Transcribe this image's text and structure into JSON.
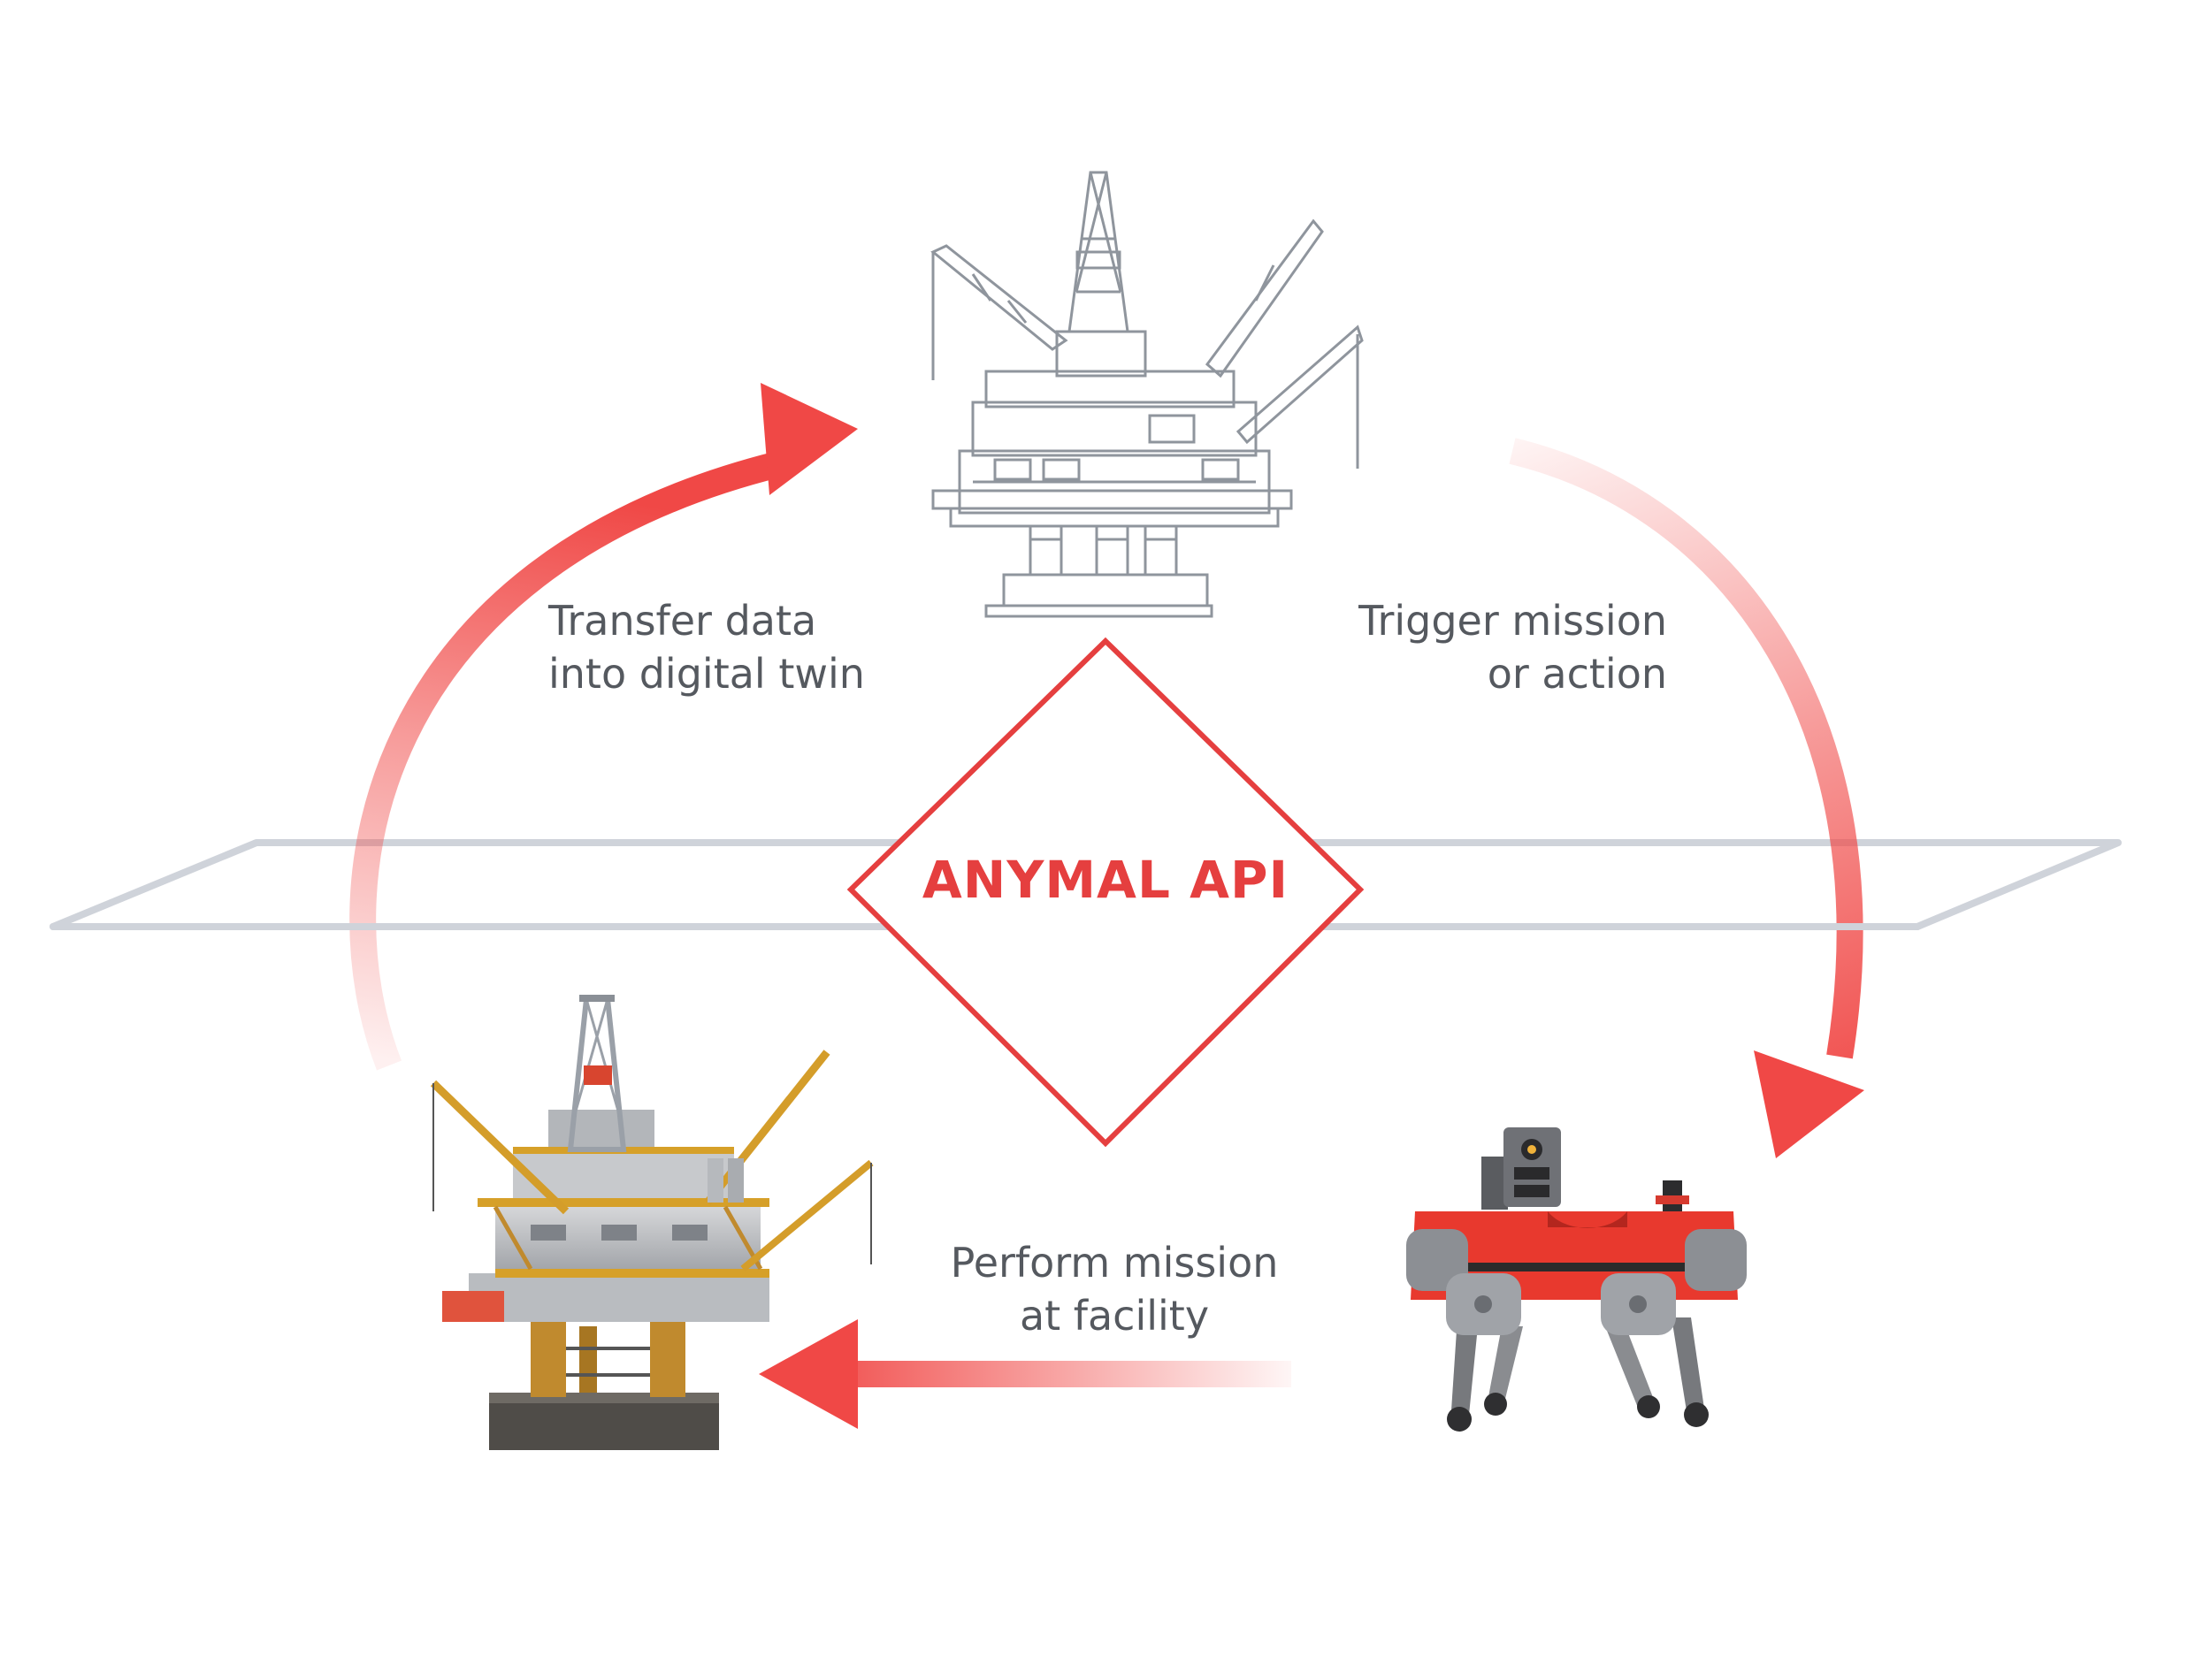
{
  "center": {
    "title": "ANYMAL API"
  },
  "labels": {
    "transfer": {
      "line1": "Transfer data",
      "line2": "into digital twin"
    },
    "trigger": {
      "line1": "Trigger mission",
      "line2": "or action"
    },
    "perform": {
      "line1": "Perform mission",
      "line2": "at facility"
    }
  },
  "colors": {
    "accent": "#f04846",
    "text": "#55595f",
    "plane": "#cfd3da",
    "sketch": "#8f959d"
  },
  "icons": {
    "digital_twin": "oil-platform-sketch-icon",
    "physical_facility": "oil-platform-icon",
    "robot": "quadruped-robot-icon"
  }
}
